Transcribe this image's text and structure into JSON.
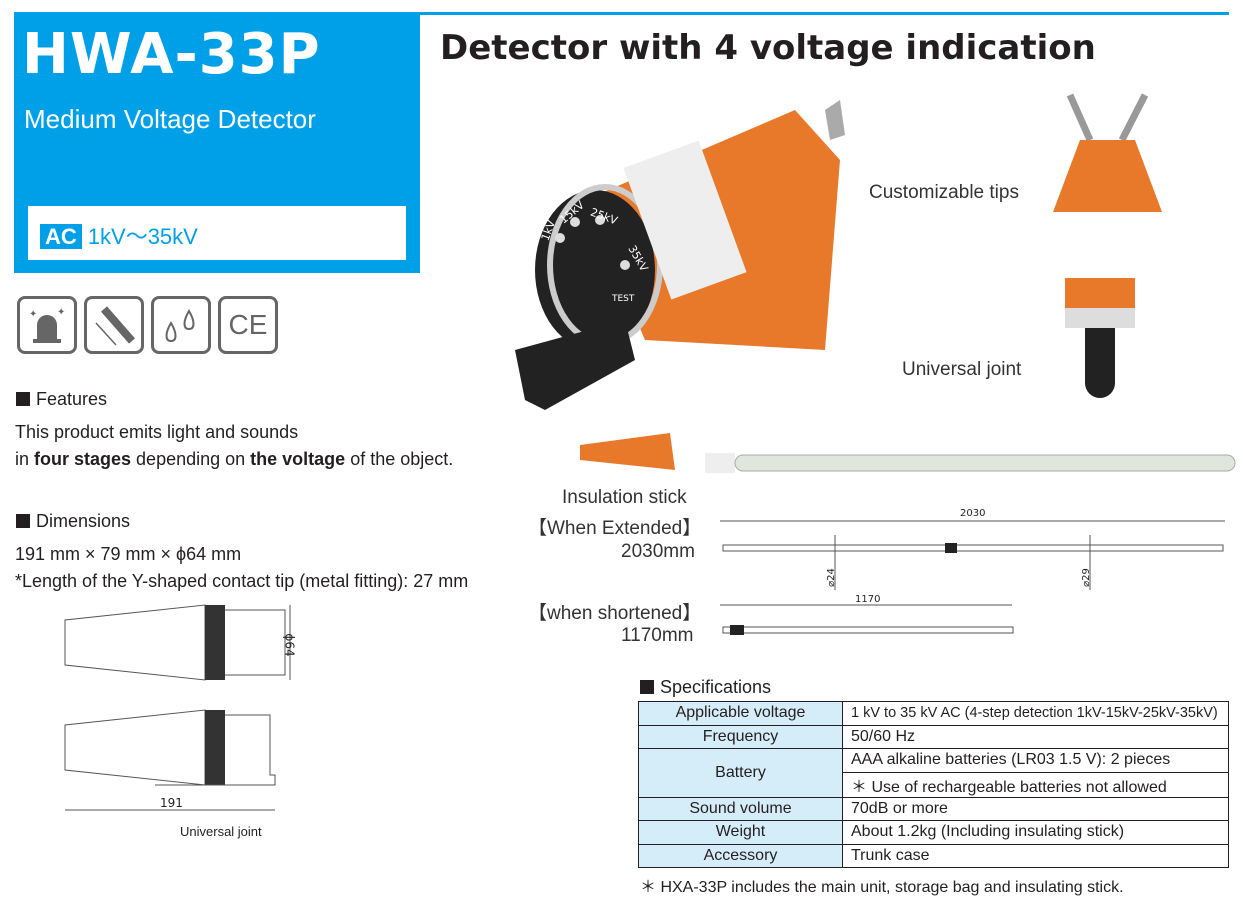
{
  "header": {
    "model": "HWA-33P",
    "subtitle": "Medium Voltage Detector",
    "range_badge": "AC",
    "range": "1kV〜35kV",
    "headline": "Detector with 4 voltage indication"
  },
  "icons": [
    "beacon-light-icon",
    "stick-length-icon",
    "water-drops-icon",
    "ce-mark-icon"
  ],
  "ce_text": "CE",
  "features": {
    "heading": "Features",
    "line1": "This product  emits light and sounds",
    "line2_a": " in ",
    "line2_b": "four stages",
    "line2_c": " depending on ",
    "line2_d": "the voltage",
    "line2_e": " of the object."
  },
  "dimensions": {
    "heading": "Dimensions",
    "size": "191 mm × 79 mm × ϕ64 mm",
    "note": "*Length of the Y-shaped contact tip (metal fitting): 27 mm",
    "dia_label": "ϕ64",
    "length_label": "191",
    "joint_label": "Universal joint"
  },
  "product": {
    "leds": [
      "1kV",
      "15kV",
      "25kV",
      "35kV"
    ],
    "test": "TEST"
  },
  "callouts": {
    "tips": "Customizable tips",
    "joint": "Universal joint"
  },
  "stick": {
    "title": "Insulation stick",
    "extended": "【When Extended】",
    "extended_len": "2030mm",
    "shortened": "【when shortened】",
    "shortened_len": "1170mm",
    "dim_ext": "2030",
    "dim_short": "1170",
    "d1": "⌀24",
    "d2": "⌀29"
  },
  "specs": {
    "heading": "Specifications",
    "rows": [
      {
        "k": "Applicable voltage",
        "v": "1 kV to 35 kV AC (4-step detection  1kV-15kV-25kV-35kV)"
      },
      {
        "k": "Frequency",
        "v": "50/60 Hz"
      },
      {
        "k": "Battery",
        "v": "AAA alkaline batteries (LR03 1.5 V): 2 pieces",
        "v2": "＊ Use of rechargeable batteries not allowed"
      },
      {
        "k": "Sound volume",
        "v": "70dB or more"
      },
      {
        "k": "Weight",
        "v": "About 1.2kg (Including insulating stick)"
      },
      {
        "k": "Accessory",
        "v": "Trunk case"
      }
    ],
    "footnote": "＊ HXA-33P includes the main unit, storage bag and insulating stick."
  },
  "colors": {
    "brand": "#00a0e9",
    "orange": "#e8792b",
    "spec_key_bg": "#d5ecf9"
  }
}
